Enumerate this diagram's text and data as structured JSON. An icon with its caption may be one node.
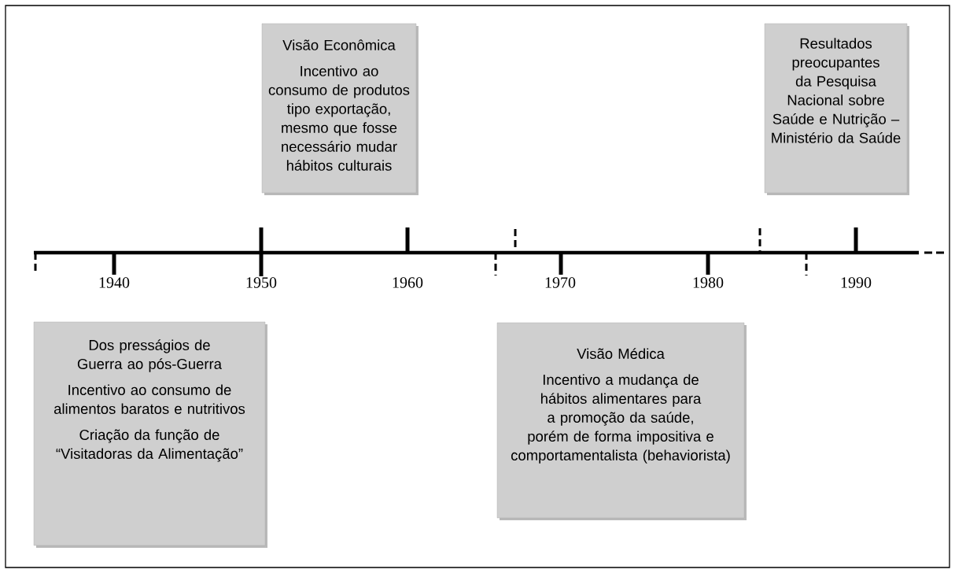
{
  "diagram": {
    "nodes": [
      {
        "text": [
          "Visão Econômica",
          "Incentivo ao consumo de produtos tipo exportação, mesmo que fosse necessário mudar hábitos culturais"
        ]
      },
      {
        "text": [
          "Resultados preocupantes da Pesquisa Nacional sobre Saúde e Nutrição – Ministério da Saúde"
        ]
      },
      {
        "text": [
          "Dos presságios de Guerra ao pós-Guerra",
          "Incentivo ao consumo de alimentos baratos e nutritivos",
          "Criação da função de “Visitadoras da Alimentação”"
        ]
      },
      {
        "text": [
          "Visão Médica",
          "Incentivo a mudança de hábitos alimentares para a promoção da saúde, porém de forma impositiva e comportamentalista (behaviorista)"
        ]
      }
    ],
    "labels": [
      "1940",
      "1950",
      "1960",
      "1970",
      "1980",
      "1990"
    ]
  }
}
